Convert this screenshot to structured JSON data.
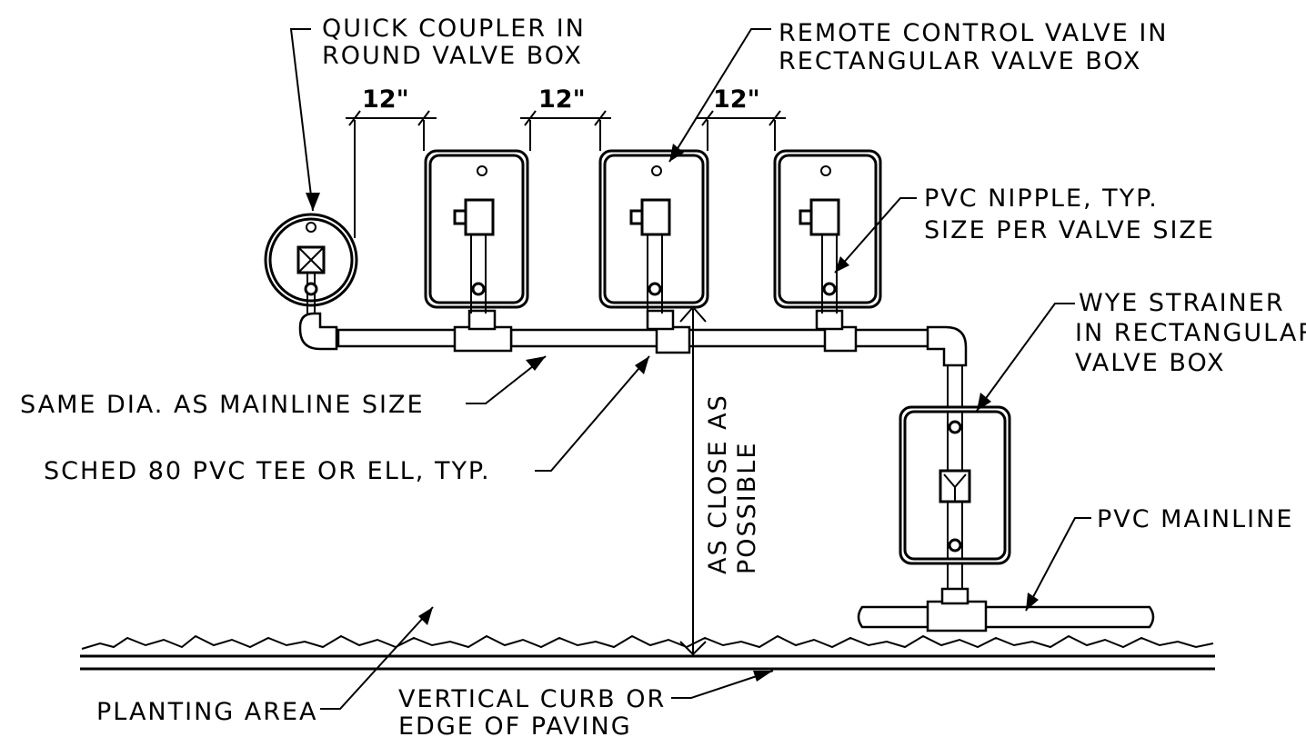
{
  "labels": {
    "quick_coupler_1": "QUICK COUPLER IN",
    "quick_coupler_2": "ROUND VALVE BOX",
    "remote_valve_1": "REMOTE CONTROL VALVE IN",
    "remote_valve_2": "RECTANGULAR VALVE BOX",
    "pvc_nipple_1": "PVC NIPPLE, TYP.",
    "pvc_nipple_2": "SIZE PER VALVE SIZE",
    "wye_strainer_1": "WYE STRAINER",
    "wye_strainer_2": "IN RECTANGULAR",
    "wye_strainer_3": "VALVE BOX",
    "same_dia": "SAME DIA. AS MAINLINE SIZE",
    "sched_80": "SCHED 80 PVC TEE OR ELL, TYP.",
    "as_close_1": "AS CLOSE AS",
    "as_close_2": "POSSIBLE",
    "pvc_mainline": "PVC MAINLINE",
    "planting_area": "PLANTING AREA",
    "curb_1": "VERTICAL CURB OR",
    "curb_2": "EDGE OF PAVING"
  },
  "dimensions": {
    "dim_1": "12\"",
    "dim_2": "12\"",
    "dim_3": "12\""
  }
}
